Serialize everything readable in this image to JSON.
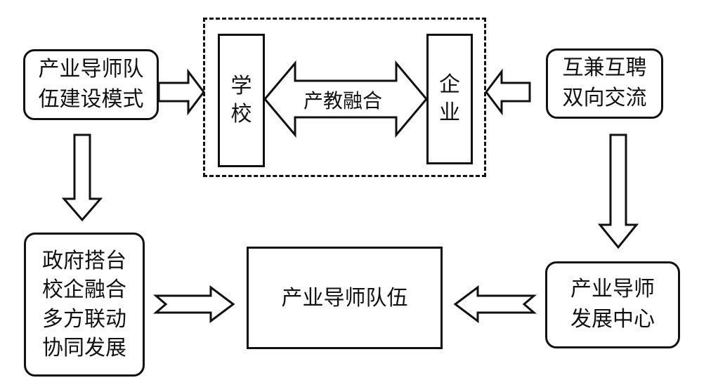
{
  "diagram": {
    "left_top_box": {
      "lines": [
        "产业导师队",
        "伍建设模式"
      ]
    },
    "right_top_box": {
      "lines": [
        "互兼互聘",
        "双向交流"
      ]
    },
    "school_box": {
      "lines": [
        "学",
        "校"
      ]
    },
    "enterprise_box": {
      "lines": [
        "企",
        "业"
      ]
    },
    "center_arrow_label": "产教融合",
    "left_bottom_box": {
      "lines": [
        "政府搭台",
        "校企融合",
        "多方联动",
        "协同发展"
      ]
    },
    "center_box": {
      "label": "产业导师队伍"
    },
    "right_bottom_box": {
      "lines": [
        "产业导师",
        "发展中心"
      ]
    }
  }
}
